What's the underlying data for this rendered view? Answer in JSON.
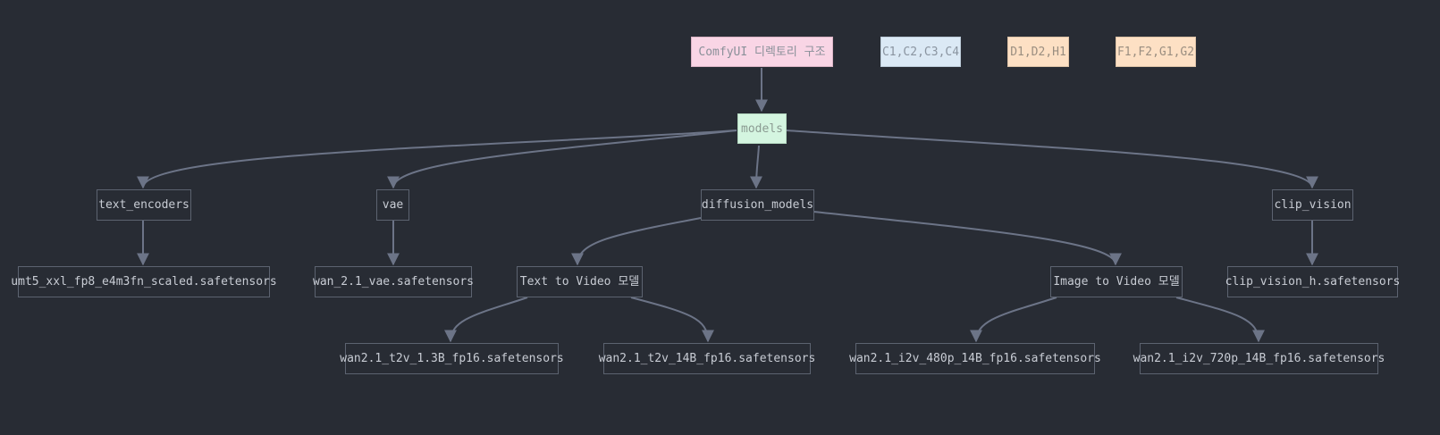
{
  "diagram": {
    "colors": {
      "background": "#282c34",
      "edge": "#6c7487",
      "node_border": "#5c6370",
      "node_text": "#c8ccd4",
      "root_fill": "#f9d5e5",
      "models_fill": "#d4f5e0",
      "legend_c_fill": "#dbe9f5",
      "legend_df_fill": "#fde0c4"
    },
    "nodes": {
      "root": "ComfyUI 디렉토리 구조",
      "legend_c": "C1,C2,C3,C4",
      "legend_d": "D1,D2,H1",
      "legend_f": "F1,F2,G1,G2",
      "models": "models",
      "text_encoders": "text_encoders",
      "vae": "vae",
      "diffusion_models": "diffusion_models",
      "clip_vision": "clip_vision",
      "umt5": "umt5_xxl_fp8_e4m3fn_scaled.safetensors",
      "wan_vae": "wan_2.1_vae.safetensors",
      "t2v": "Text to Video 모델",
      "i2v": "Image to Video 모델",
      "clip_vision_h": "clip_vision_h.safetensors",
      "t2v_13b": "wan2.1_t2v_1.3B_fp16.safetensors",
      "t2v_14b": "wan2.1_t2v_14B_fp16.safetensors",
      "i2v_480": "wan2.1_i2v_480p_14B_fp16.safetensors",
      "i2v_720": "wan2.1_i2v_720p_14B_fp16.safetensors"
    }
  }
}
